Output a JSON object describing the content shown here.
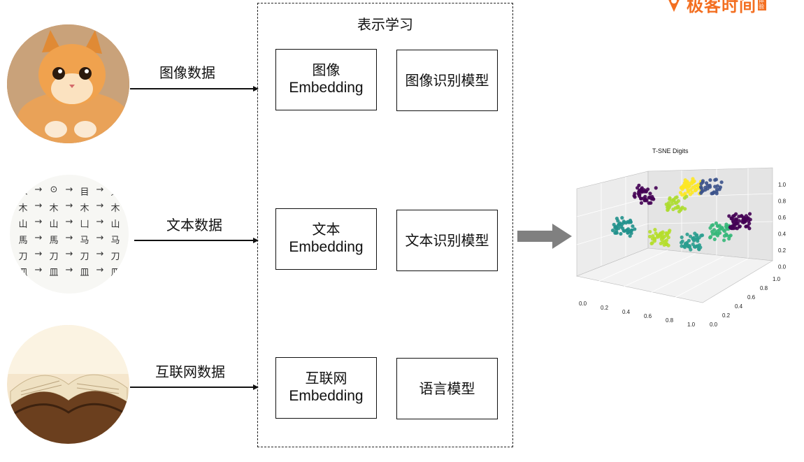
{
  "logo": {
    "text": "极客时间",
    "badge": "体验"
  },
  "sources": [
    {
      "label": "图像数据"
    },
    {
      "label": "文本数据"
    },
    {
      "label": "互联网数据"
    }
  ],
  "frame": {
    "title": "表示学习"
  },
  "embeddings": [
    {
      "line1": "图像",
      "line2": "Embedding"
    },
    {
      "line1": "文本",
      "line2": "Embedding"
    },
    {
      "line1": "互联网",
      "line2": "Embedding"
    }
  ],
  "models": [
    {
      "label": "图像识别模型"
    },
    {
      "label": "文本识别模型"
    },
    {
      "label": "语言模型"
    }
  ],
  "ancient_chars": [
    "木",
    "→",
    "⊙",
    "→",
    "目",
    "→",
    "︿",
    "木",
    "→",
    "木",
    "→",
    "木",
    "→",
    "木",
    "山",
    "→",
    "山",
    "→",
    "凵",
    "→",
    "山",
    "馬",
    "→",
    "馬",
    "→",
    "马",
    "→",
    "马",
    "刀",
    "→",
    "刀",
    "→",
    "刀",
    "→",
    "刀",
    "皿",
    "→",
    "皿",
    "→",
    "皿",
    "→",
    "皿"
  ],
  "chart_data": {
    "type": "scatter",
    "title": "T-SNE Digits",
    "z_ticks": [
      "1.0",
      "0.8",
      "0.6",
      "0.4",
      "0.2",
      "0.0"
    ],
    "x_ticks": [
      "0.0",
      "0.2",
      "0.4",
      "0.6",
      "0.8",
      "1.0"
    ],
    "y_ticks": [
      "0.0",
      "0.2",
      "0.4",
      "0.6",
      "0.8",
      "1.0"
    ],
    "colors": [
      "#440154",
      "#3b528b",
      "#21918c",
      "#5ec962",
      "#fde725",
      "#2c728e",
      "#35b779",
      "#31688e",
      "#482878",
      "#addc30"
    ],
    "clusters": [
      {
        "cx": 0.18,
        "cy": 0.55,
        "cz": 0.72,
        "color": "#440154",
        "n": 40
      },
      {
        "cx": 0.48,
        "cy": 0.7,
        "cz": 0.78,
        "color": "#fde725",
        "n": 45
      },
      {
        "cx": 0.62,
        "cy": 0.72,
        "cz": 0.78,
        "color": "#3b528b",
        "n": 30
      },
      {
        "cx": 0.4,
        "cy": 0.6,
        "cz": 0.62,
        "color": "#addc30",
        "n": 35
      },
      {
        "cx": 0.1,
        "cy": 0.3,
        "cz": 0.45,
        "color": "#21918c",
        "n": 45
      },
      {
        "cx": 0.38,
        "cy": 0.3,
        "cz": 0.35,
        "color": "#b5de2b",
        "n": 40
      },
      {
        "cx": 0.6,
        "cy": 0.35,
        "cz": 0.3,
        "color": "#2a9d8f",
        "n": 45
      },
      {
        "cx": 0.78,
        "cy": 0.45,
        "cz": 0.4,
        "color": "#35b779",
        "n": 40
      },
      {
        "cx": 0.9,
        "cy": 0.55,
        "cz": 0.48,
        "color": "#440154",
        "n": 55
      }
    ]
  }
}
